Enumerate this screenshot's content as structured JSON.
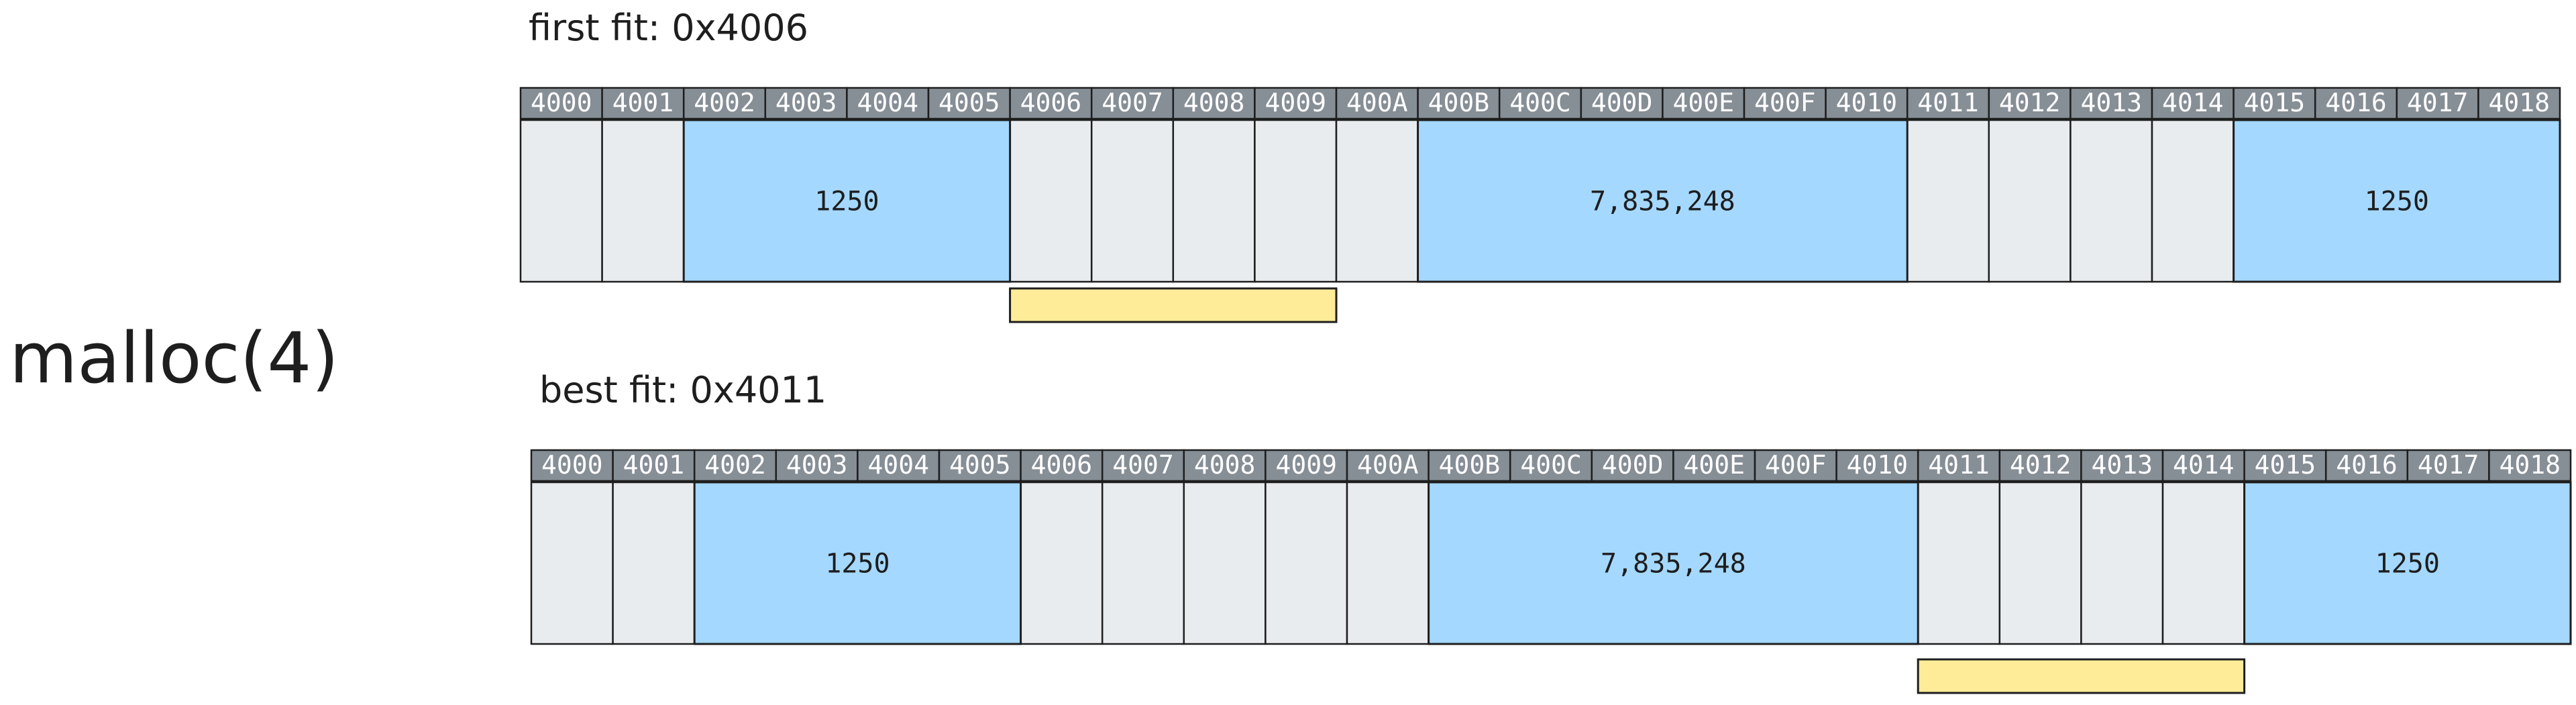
{
  "call_label": "malloc(4)",
  "addresses": [
    "4000",
    "4001",
    "4002",
    "4003",
    "4004",
    "4005",
    "4006",
    "4007",
    "4008",
    "4009",
    "400A",
    "400B",
    "400C",
    "400D",
    "400E",
    "400F",
    "4010",
    "4011",
    "4012",
    "4013",
    "4014",
    "4015",
    "4016",
    "4017",
    "4018"
  ],
  "blocks": [
    {
      "start": 2,
      "end": 5,
      "label": "1250"
    },
    {
      "start": 11,
      "end": 16,
      "label": "7,835,248"
    },
    {
      "start": 21,
      "end": 24,
      "label": "1250"
    }
  ],
  "rows": [
    {
      "title": "first fit: 0x4006",
      "selection": {
        "start": 6,
        "end": 9
      }
    },
    {
      "title": "best fit: 0x4011",
      "selection": {
        "start": 17,
        "end": 20
      }
    }
  ],
  "colors": {
    "free_cell": "#e9ecef",
    "used_block": "#a5d8ff",
    "address_header": "#868e96",
    "selection_marker": "#ffec99",
    "stroke": "#1e1e1e"
  }
}
